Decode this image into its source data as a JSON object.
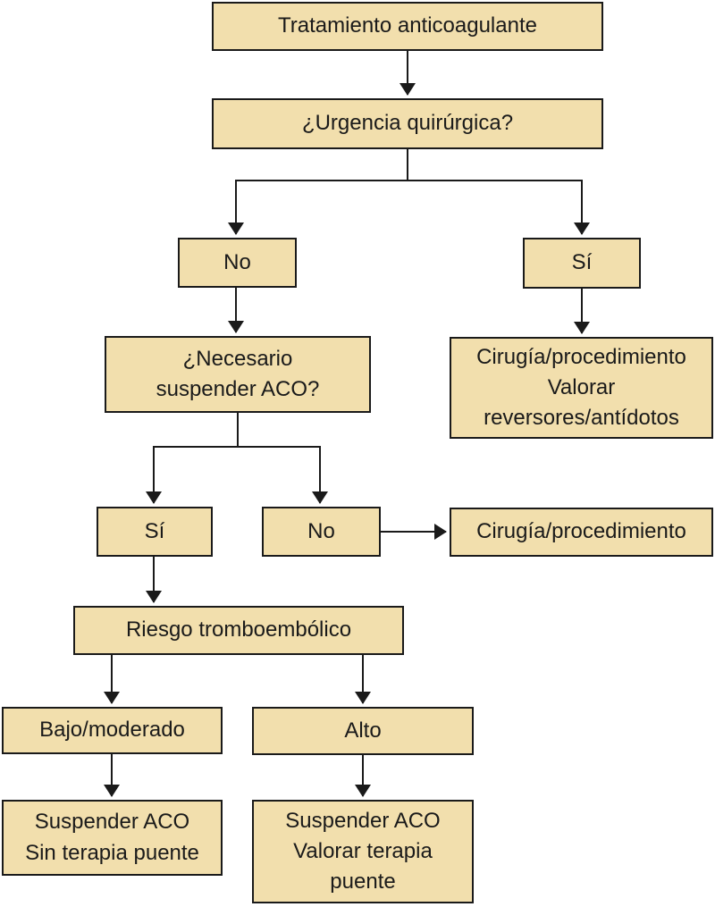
{
  "diagram": {
    "type": "flowchart",
    "language": "es",
    "topic": "Manejo perioperatorio del tratamiento anticoagulante"
  },
  "colors": {
    "node_fill": "#f2dfad",
    "node_border": "#1a1a1a",
    "connector": "#1a1a1a",
    "text": "#1a1a1a",
    "background": "#ffffff"
  },
  "nodes": {
    "start": {
      "label": "Tratamiento anticoagulante"
    },
    "urgency": {
      "label": "¿Urgencia quirúrgica?"
    },
    "urgency_no": {
      "label": "No"
    },
    "urgency_yes": {
      "label": "Sí"
    },
    "need_suspend": {
      "label": "¿Necesario\nsuspender ACO?"
    },
    "surgery_reversal": {
      "label": "Cirugía/procedimiento\nValorar\nreversores/antídotos"
    },
    "suspend_yes": {
      "label": "Sí"
    },
    "suspend_no": {
      "label": "No"
    },
    "surgery": {
      "label": "Cirugía/procedimiento"
    },
    "risk": {
      "label": "Riesgo tromboembólico"
    },
    "risk_low": {
      "label": "Bajo/moderado"
    },
    "risk_high": {
      "label": "Alto"
    },
    "suspend_no_bridge": {
      "label": "Suspender ACO\nSin terapia puente"
    },
    "suspend_bridge": {
      "label": "Suspender ACO\nValorar terapia\npuente"
    }
  },
  "edges": [
    {
      "from": "start",
      "to": "urgency"
    },
    {
      "from": "urgency",
      "to": "urgency_no"
    },
    {
      "from": "urgency",
      "to": "urgency_yes"
    },
    {
      "from": "urgency_no",
      "to": "need_suspend"
    },
    {
      "from": "urgency_yes",
      "to": "surgery_reversal"
    },
    {
      "from": "need_suspend",
      "to": "suspend_yes"
    },
    {
      "from": "need_suspend",
      "to": "suspend_no"
    },
    {
      "from": "suspend_no",
      "to": "surgery"
    },
    {
      "from": "suspend_yes",
      "to": "risk"
    },
    {
      "from": "risk",
      "to": "risk_low"
    },
    {
      "from": "risk",
      "to": "risk_high"
    },
    {
      "from": "risk_low",
      "to": "suspend_no_bridge"
    },
    {
      "from": "risk_high",
      "to": "suspend_bridge"
    }
  ]
}
